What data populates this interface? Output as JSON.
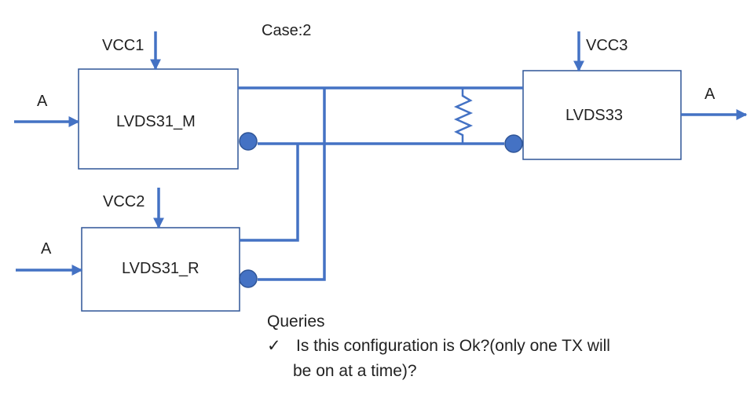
{
  "diagram": {
    "case_label": "Case:2",
    "blocks": {
      "tx_master": {
        "name": "LVDS31_M",
        "supply": "VCC1",
        "input": "A"
      },
      "tx_redundant": {
        "name": "LVDS31_R",
        "supply": "VCC2",
        "input": "A"
      },
      "rx": {
        "name": "LVDS33",
        "supply": "VCC3",
        "output": "A"
      }
    },
    "colors": {
      "wire": "#4472c4",
      "box_border": "#2f5597",
      "text": "#222222"
    }
  },
  "queries": {
    "title": "Queries",
    "check_mark": "✓",
    "item_line1": "Is this configuration is Ok?(only one TX will",
    "item_line2": "be on at a time)?"
  }
}
